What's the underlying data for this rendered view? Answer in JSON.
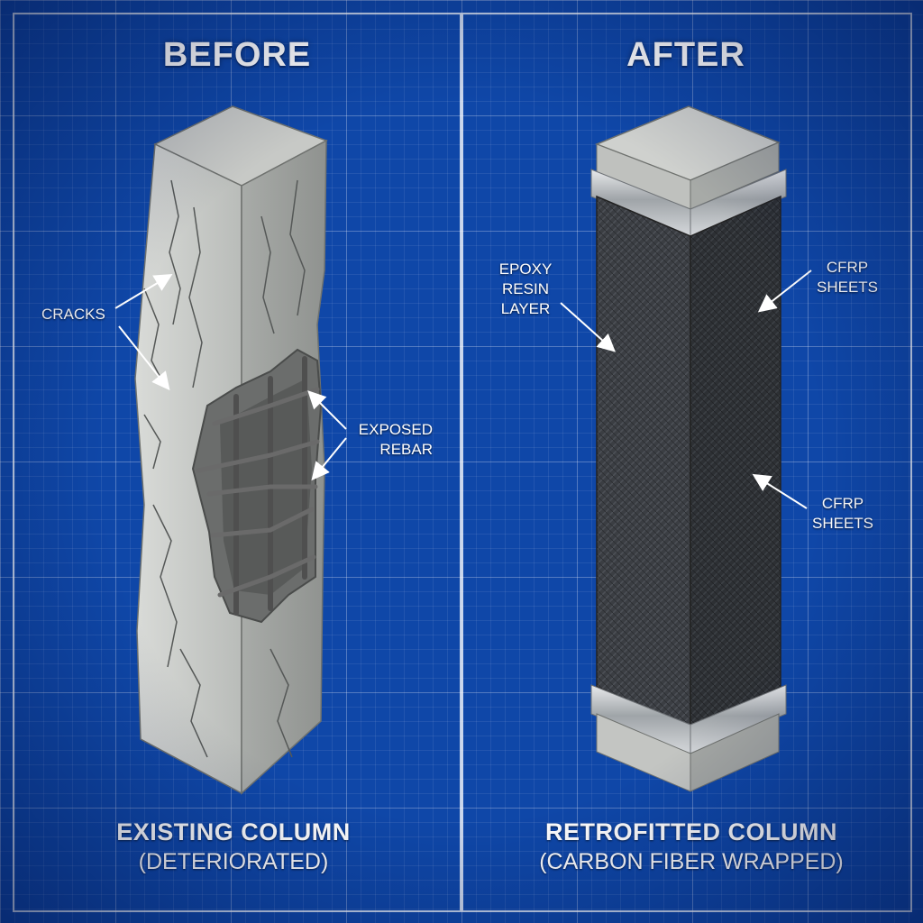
{
  "headings": {
    "before": "BEFORE",
    "after": "AFTER"
  },
  "left_panel": {
    "caption_main": "EXISTING COLUMN",
    "caption_sub": "(DETERIORATED)",
    "labels": {
      "cracks": "CRACKS",
      "exposed_rebar": [
        "EXPOSED",
        "REBAR"
      ]
    }
  },
  "right_panel": {
    "caption_main": "RETROFITTED COLUMN",
    "caption_sub": "(CARBON FIBER WRAPPED)",
    "labels": {
      "epoxy": [
        "EPOXY",
        "RESIN",
        "LAYER"
      ],
      "cfrp_top": [
        "CFRP",
        "SHEETS"
      ],
      "cfrp_bottom": [
        "CFRP",
        "SHEETS"
      ]
    }
  },
  "colors": {
    "background": "#0f47a8",
    "concrete": "#c9cbc8",
    "carbon_fiber": "#3a3d42",
    "steel_band": "#b8bcc0",
    "rebar": "#5a5a5a"
  }
}
